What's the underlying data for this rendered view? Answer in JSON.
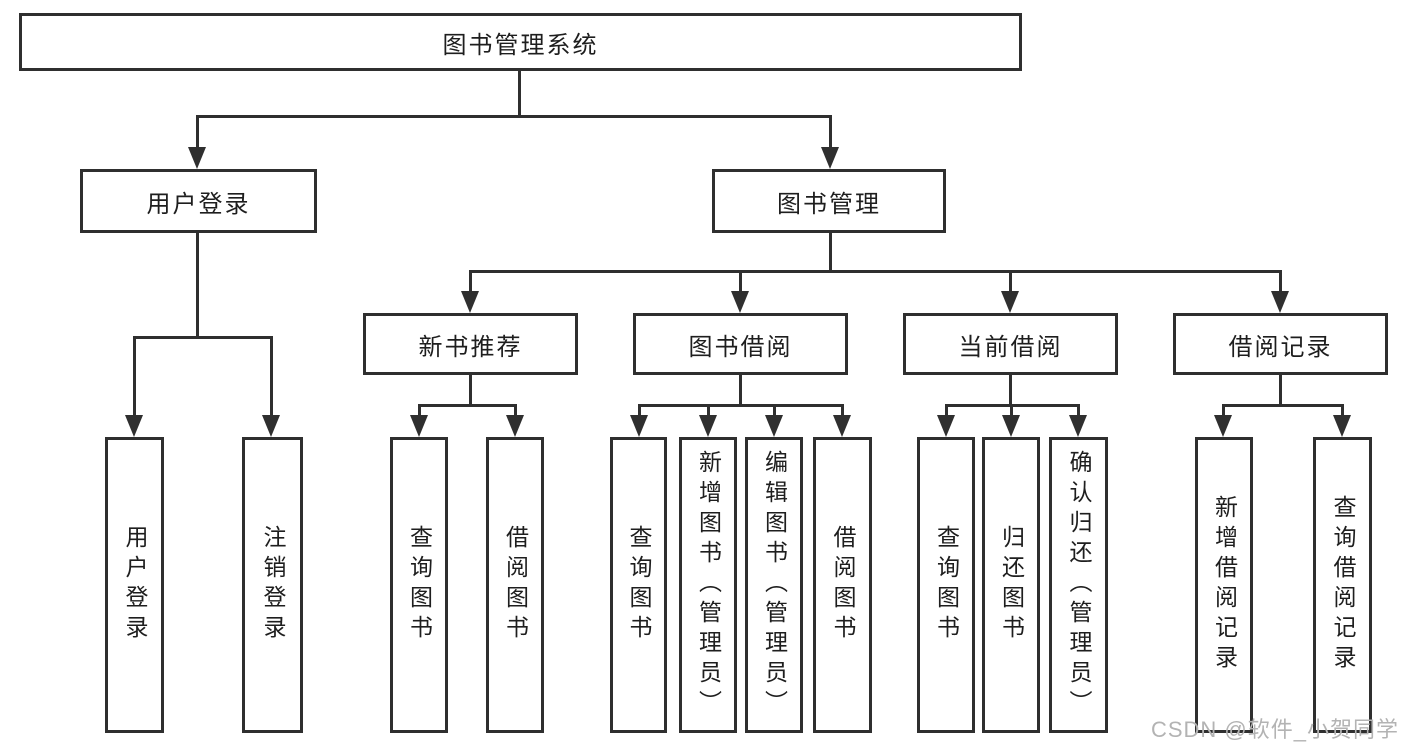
{
  "title": "图书管理系统",
  "watermark": "CSDN @软件_小贺同学",
  "colors": {
    "line": "#2f2f2f",
    "text": "#1e1e1e",
    "watermark": "#b3b3b3",
    "background": "#ffffff"
  },
  "tree": {
    "label": "图书管理系统",
    "children": [
      {
        "label": "用户登录",
        "children": [
          {
            "label": "用户登录"
          },
          {
            "label": "注销登录"
          }
        ]
      },
      {
        "label": "图书管理",
        "children": [
          {
            "label": "新书推荐",
            "children": [
              {
                "label": "查询图书"
              },
              {
                "label": "借阅图书"
              }
            ]
          },
          {
            "label": "图书借阅",
            "children": [
              {
                "label": "查询图书"
              },
              {
                "label": "新增图书（管理员）"
              },
              {
                "label": "编辑图书（管理员）"
              },
              {
                "label": "借阅图书"
              }
            ]
          },
          {
            "label": "当前借阅",
            "children": [
              {
                "label": "查询图书"
              },
              {
                "label": "归还图书"
              },
              {
                "label": "确认归还（管理员）"
              }
            ]
          },
          {
            "label": "借阅记录",
            "children": [
              {
                "label": "新增借阅记录"
              },
              {
                "label": "查询借阅记录"
              }
            ]
          }
        ]
      }
    ]
  }
}
